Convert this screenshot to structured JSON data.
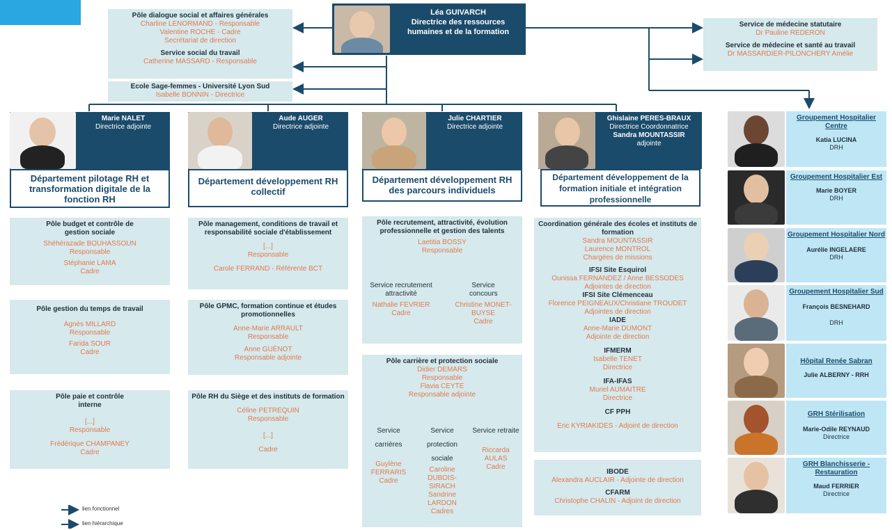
{
  "director": {
    "name": "Léa GUIVARCH",
    "title": "Directrice des ressources humaines et de la formation"
  },
  "pole_dialogue": {
    "title": "Pôle dialogue social et affaires générales",
    "l1": "Charline LENORMAND - Responsable",
    "l2": "Valentine ROCHE - Cadre",
    "l3": "Secrétariat de direction",
    "sub_title": "Service social du travail",
    "sub_l1": "Catherine MASSARD - Responsable"
  },
  "ecole": {
    "title": "Ecole Sage-femmes - Université Lyon Sud",
    "l1": "Isabelle BONNIN - Directrice"
  },
  "medecine": {
    "title1": "Service de médecine statutaire",
    "name1": "Dr Pauline REDERON",
    "title2": "Service de médecine et santé au travail",
    "name2": "Dr MASSARDIER-PILONCHERY Amélie"
  },
  "deputies": [
    {
      "name": "Marie NALET",
      "role": "Directrice adjointe",
      "dept": "Département  pilotage  RH et transformation digitale de la fonction RH"
    },
    {
      "name": "Aude AUGER",
      "role": "Directrice adjointe",
      "dept": "Département développement RH collectif"
    },
    {
      "name": "Julie CHARTIER",
      "role": "Directrice adjointe",
      "dept": "Département développement RH des parcours individuels"
    },
    {
      "name": "Ghislaine PERES-BRAUX",
      "role": "Directrice Coordonnatrice",
      "name2": "Sandra MOUNTASSIR",
      "role2": "adjointe",
      "dept": "Département développement de la formation initiale et intégration professionnelle"
    }
  ],
  "col1": [
    {
      "title": "Pôle budget et contrôle de gestion sociale",
      "lines": [
        "Shéhérazade BOUHASSOUN",
        "Responsable",
        "Stéphanie LAMA",
        "Cadre"
      ]
    },
    {
      "title": "Pôle gestion du temps de travail",
      "lines": [
        "Agnès MILLARD",
        "Responsable",
        "Farida SOUR",
        "Cadre"
      ]
    },
    {
      "title": "Pôle paie et contrôle interne",
      "lines": [
        "[...]",
        "Responsable",
        "Frédérique CHAMPANEY",
        "Cadre"
      ]
    }
  ],
  "col2": [
    {
      "title": "Pôle management, conditions de travail et responsabilité sociale d'établissement",
      "lines": [
        "[...]",
        "Responsable",
        "Carole FERRAND - Référente BCT"
      ]
    },
    {
      "title": "Pôle GPMC, formation continue et études promotionnelles",
      "lines": [
        "Anne-Marie ARRAULT",
        "Responsable",
        "Anne GUÉNOT",
        "Responsable adjointe"
      ]
    },
    {
      "title": "Pôle RH du Siège et des instituts de formation",
      "lines": [
        "Céline PETREQUIN",
        "Responsable",
        "[...]",
        "Cadre"
      ]
    }
  ],
  "col3": {
    "p1_title": "Pôle recrutement, attractivité, évolution professionnelle et gestion des talents",
    "p1_lines": [
      "Laetitia BOSSY",
      "Responsable"
    ],
    "p1_s1_title": "Service recrutement attractivité",
    "p1_s1_name": "Nathalie FEVRIER",
    "p1_s1_role": "Cadre",
    "p1_s2_title": "Service concours",
    "p1_s2_name": "Christine MONET- BUYSE",
    "p1_s2_role": "Cadre",
    "p2_title": "Pôle carrière et protection sociale",
    "p2_lines": [
      "Didier DEMARS",
      "Responsable",
      "Flavia CEYTE",
      "Responsable adjointe"
    ],
    "p2_s1_title": "Service carrières",
    "p2_s1_name": "Guylène FERRARIS",
    "p2_s1_role": "Cadre",
    "p2_s2_title": "Service protection sociale",
    "p2_s2_name": "Caroline DUBOIS-SIRACH Sandrine LARDON",
    "p2_s2_role": "Cadres",
    "p2_s3_title": "Service retraite",
    "p2_s3_name": "Riccarda AULAS",
    "p2_s3_role": "Cadre"
  },
  "col4": {
    "p1_title": "Coordination générale des écoles et instituts de formation",
    "p1_lines": [
      "Sandra MOUNTASSIR",
      "Laurence MONTROL",
      "Chargées de missions"
    ],
    "items": [
      {
        "h": "IFSI Site Esquirol",
        "lines": [
          "Ounissa FERNANDEZ / Anne BESSODES",
          "Adjointes de direction"
        ]
      },
      {
        "h": "IFSI Site Clémenceau",
        "lines": [
          "Florence PEIGNEAUX/Christiane TROUDET",
          "Adjointes de direction"
        ]
      },
      {
        "h": "IADE",
        "lines": [
          "Anne-Marie DUMONT",
          "Adjointe de direction"
        ]
      },
      {
        "h": "IFMERM",
        "lines": [
          "Isabelle TENET",
          "Directrice"
        ]
      },
      {
        "h": "IFA-IFAS",
        "lines": [
          "Muriel AUMAITRE",
          "Directrice"
        ]
      },
      {
        "h": "CF PPH",
        "lines": [
          "Eric KYRIAKIDES - Adjoint de direction"
        ]
      }
    ],
    "p2_h1": "IBODE",
    "p2_l1": "Alexandra AUCLAIR - Adjointe de direction",
    "p2_h2": "CFARM",
    "p2_l2": "Christophe CHALIN - Adjoint de direction"
  },
  "groups": [
    {
      "title": "Groupement Hospitalier Centre",
      "name": "Katia LUCINA",
      "role": "DRH"
    },
    {
      "title": "Groupement Hospitalier Est",
      "name": "Marie BOYER",
      "role": "DRH"
    },
    {
      "title": "Groupement Hospitalier Nord",
      "name": "Aurélie INGELAERE",
      "role": "DRH"
    },
    {
      "title": "Groupement Hospitalier Sud",
      "name": "François BESNEHARD",
      "role": "DRH"
    },
    {
      "title": "Hôpital Renée Sabran",
      "name": "Julie ALBERNY - RRH",
      "role": ""
    },
    {
      "title": "GRH Stérilisation",
      "name": "Marie-Odile REYNAUD",
      "role": "Directrice"
    },
    {
      "title": "GRH Blanchisserie - Restauration",
      "name": "Maud FERRIER",
      "role": "Directrice"
    }
  ],
  "legend": {
    "l1": "lien fonctionnel",
    "l2": "lien hiérarchique"
  },
  "colors": {
    "dark": "#1b4b6b",
    "light": "#d6e9ec",
    "sky": "#bfe6f5",
    "orange": "#e07a4f"
  }
}
